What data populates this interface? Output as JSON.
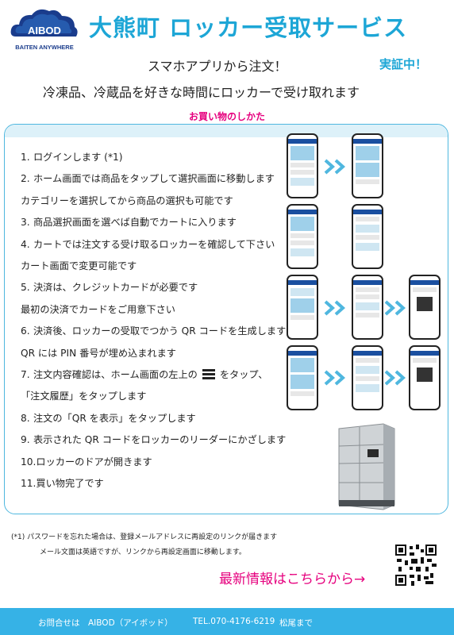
{
  "logo": {
    "name": "AIBOD",
    "tagline": "BAITEN ANYWHERE"
  },
  "header": {
    "title": "大熊町 ロッカー受取サービス",
    "subtitle1": "スマホアプリから注文！",
    "badge": "実証中！",
    "subtitle2": "冷凍品、冷蔵品を好きな時間にロッカーで受け取れます"
  },
  "howto_heading": "お買い物のしかた",
  "steps": [
    {
      "num": "1.",
      "text": "ログインします (*1)"
    },
    {
      "num": "2.",
      "text": "ホーム画面では商品をタップして選択画面に移動します",
      "cont": "カテゴリーを選択してから商品の選択も可能です"
    },
    {
      "num": "3.",
      "text": "商品選択画面を選べば自動でカートに入ります"
    },
    {
      "num": "4.",
      "text": "カートでは注文する受け取るロッカーを確認して下さい",
      "cont": "カート画面で変更可能です"
    },
    {
      "num": "5.",
      "text": "決済は、クレジットカードが必要です",
      "cont": "最初の決済でカードをご用意下さい"
    },
    {
      "num": "6.",
      "text": "決済後、ロッカーの受取でつかう QR コードを生成します",
      "cont": "QR には PIN 番号が埋め込まれます"
    },
    {
      "num": "7.",
      "text_a": "注文内容確認は、ホーム画面の左上の",
      "text_b": "をタップ、",
      "cont": "「注文履歴」をタップします"
    },
    {
      "num": "8.",
      "text": "注文の「QR を表示」をタップします"
    },
    {
      "num": "9.",
      "text": "表示された QR コードをロッカーのリーダーにかざします"
    },
    {
      "num": "10.",
      "text": "ロッカーのドアが開きます"
    },
    {
      "num": "11.",
      "text": "買い物完了です"
    }
  ],
  "icons": {
    "menu": "hamburger-menu-icon",
    "arrow": "double-chevron-right-icon",
    "qr": "qr-code-icon"
  },
  "footnote": {
    "line1": "(*1) パスワードを忘れた場合は、登録メールアドレスに再設定のリンクが届きます",
    "line2": "メール文面は英語ですが、リンクから再設定画面に移動します。"
  },
  "latest_info": "最新情報はこちらから→",
  "footer": {
    "contact": "お問合せは　AIBOD（アイボッド）",
    "tel": "TEL.070-4176-6219",
    "person": "松尾まで"
  },
  "colors": {
    "accent": "#1da6d6",
    "pink": "#e6007e",
    "footer_bg": "#36b2e6",
    "logo_navy": "#1a3c8c"
  }
}
